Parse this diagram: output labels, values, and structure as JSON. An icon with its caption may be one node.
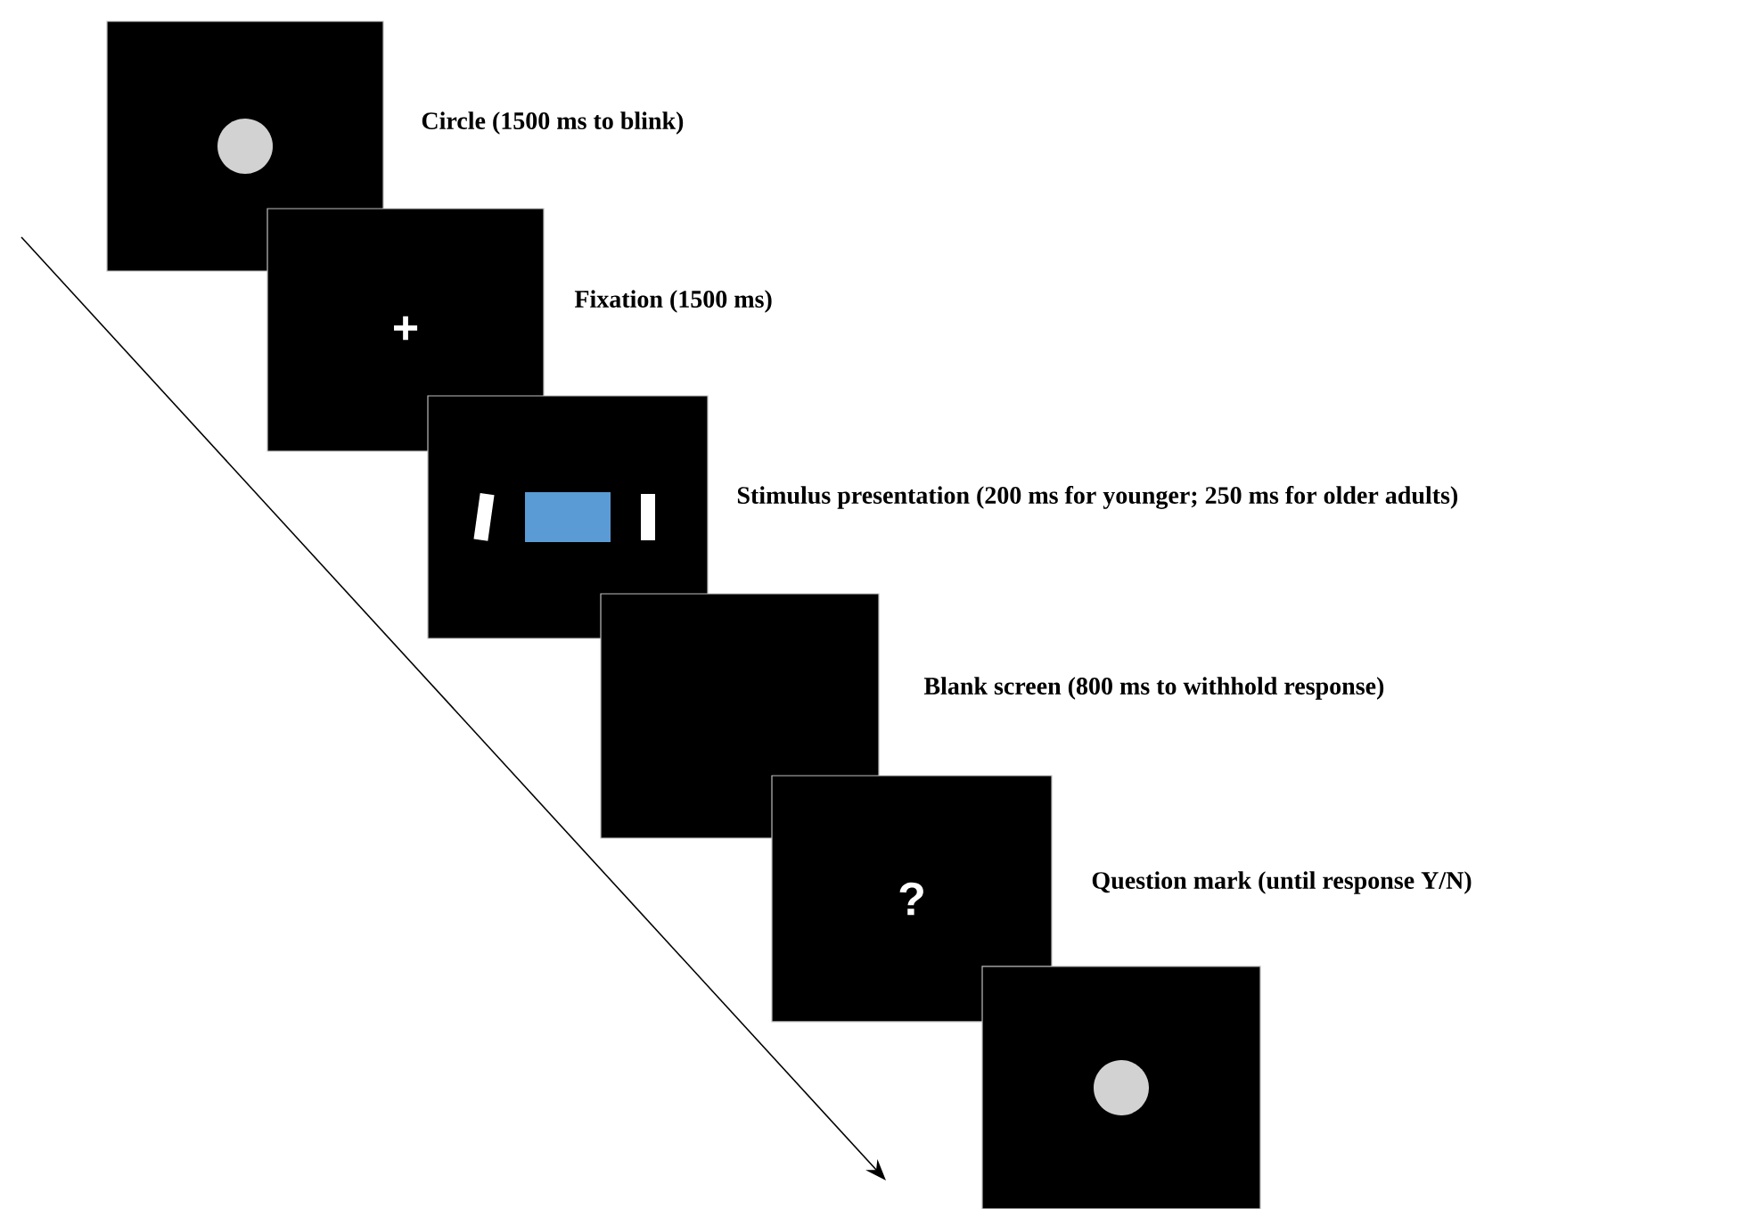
{
  "diagram": {
    "nodes": [
      {
        "text": [],
        "shape": "box",
        "beside": [
          "Circle (1500 ms to blink)"
        ]
      },
      {
        "text": [
          "+"
        ],
        "beside": [
          "Fixation (1500 ms)"
        ]
      },
      {
        "text": [],
        "shape": "box",
        "beside": [
          "Stimulus presentation (200 ms for younger; 250 ms for older adults)"
        ]
      },
      {
        "text": [],
        "shape": "box",
        "beside": [
          "Blank screen (800 ms to withhold response)"
        ]
      },
      {
        "text": [
          "?"
        ],
        "beside": [
          "Question mark (until response Y/N)"
        ]
      },
      {
        "text": [],
        "shape": "box"
      }
    ]
  }
}
